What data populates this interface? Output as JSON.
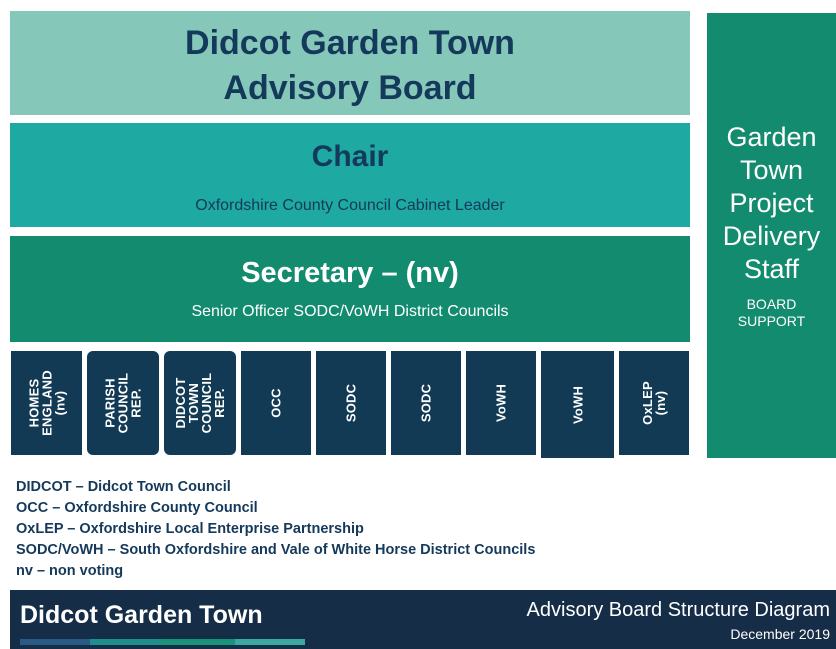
{
  "header": {
    "title_line1": "Didcot Garden Town",
    "title_line2": "Advisory Board"
  },
  "chair": {
    "title": "Chair",
    "subtitle": "Oxfordshire County Council Cabinet Leader"
  },
  "secretary": {
    "title": "Secretary – (nv)",
    "subtitle": "Senior Officer SODC/VoWH District Councils"
  },
  "delivery_staff": {
    "title": "Garden\nTown\nProject\nDelivery\nStaff",
    "subtitle": "BOARD\nSUPPORT"
  },
  "members": [
    {
      "label": "HOMES\nENGLAND\n(nv)"
    },
    {
      "label": "PARISH\nCOUNCIL\nREP."
    },
    {
      "label": "DIDCOT\nTOWN\nCOUNCIL\nREP."
    },
    {
      "label": "OCC"
    },
    {
      "label": "SODC"
    },
    {
      "label": "SODC"
    },
    {
      "label": "VoWH"
    },
    {
      "label": "VoWH"
    },
    {
      "label": "OxLEP\n(nv)"
    }
  ],
  "legend": [
    "DIDCOT – Didcot Town Council",
    "OCC – Oxfordshire County Council",
    "OxLEP – Oxfordshire Local Enterprise Partnership",
    "SODC/VoWH – South Oxfordshire and Vale of White Horse District Councils",
    "nv – non voting"
  ],
  "footer": {
    "brand": "Didcot Garden Town",
    "diagram_title": "Advisory Board Structure Diagram",
    "date": "December 2019",
    "stripe_colors": [
      "#2a5a86",
      "#1e8f8c",
      "#17947a",
      "#3aa9a2"
    ]
  },
  "colors": {
    "title_bg": "#85c7b9",
    "chair_bg": "#1ea9a3",
    "secretary_bg": "#138b6f",
    "member_bg": "#123a55",
    "footer_bg": "#152d46",
    "dark_text": "#14395a"
  }
}
